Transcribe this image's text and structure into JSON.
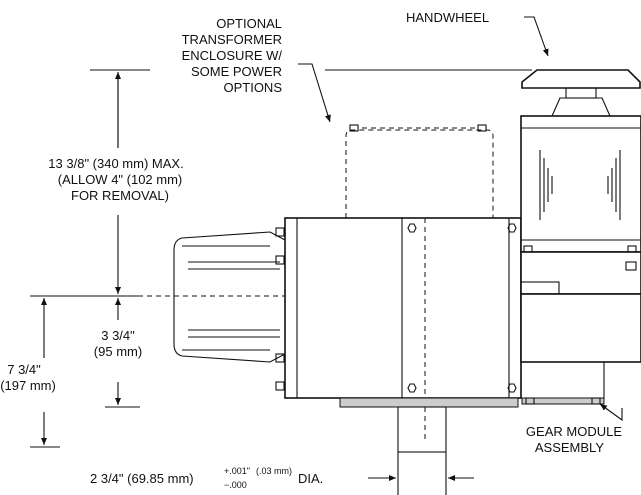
{
  "colors": {
    "line": "#111111",
    "background": "#ffffff",
    "shade": "#cccccc"
  },
  "callouts": {
    "handwheel": "HANDWHEEL",
    "transformer": [
      "OPTIONAL",
      "TRANSFORMER",
      "ENCLOSURE W/",
      "SOME POWER",
      "OPTIONS"
    ],
    "gear_module": [
      "GEAR MODULE",
      "ASSEMBLY"
    ]
  },
  "dimensions": {
    "height_max": [
      "13 3/8\" (340 mm) MAX.",
      "(ALLOW 4\" (102 mm)",
      "FOR REMOVAL)"
    ],
    "shaft_to_base": [
      "3 3/4\"",
      "(95 mm)"
    ],
    "shaft_to_bottom": [
      "7 3/4\"",
      "(197 mm)"
    ],
    "shaft_diameter": {
      "main": "2 3/4\" (69.85 mm)",
      "tol_plus": "+.001\"",
      "tol_plus_mm": "(.03 mm)",
      "tol_minus": "−.000",
      "suffix": "DIA."
    }
  }
}
